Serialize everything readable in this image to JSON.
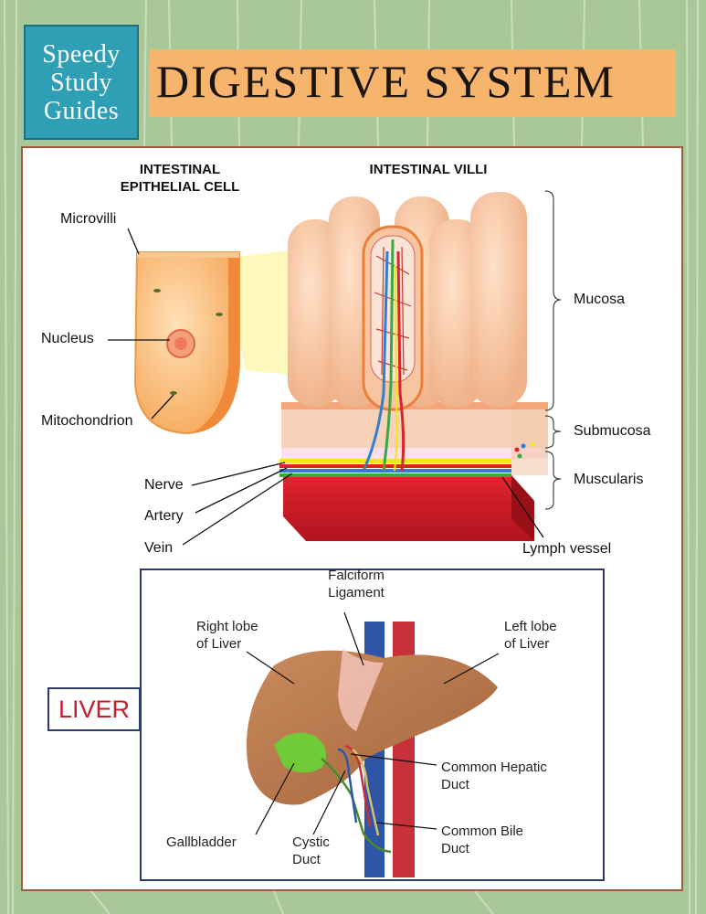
{
  "logo": {
    "line1": "Speedy",
    "line2": "Study",
    "line3": "Guides"
  },
  "title": "DIGESTIVE  SYSTEM",
  "intestine": {
    "header_cell_1": "INTESTINAL",
    "header_cell_2": "EPITHELIAL CELL",
    "header_villi": "INTESTINAL VILLI",
    "labels": {
      "microvilli": "Microvilli",
      "nucleus": "Nucleus",
      "mitochondrion": "Mitochondrion",
      "mucosa": "Mucosa",
      "submucosa": "Submucosa",
      "muscularis": "Muscularis",
      "nerve": "Nerve",
      "artery": "Artery",
      "vein": "Vein",
      "lymph_vessel": "Lymph vessel"
    }
  },
  "liver": {
    "tag": "LIVER",
    "labels": {
      "falciform_1": "Falciform",
      "falciform_2": "Ligament",
      "right_lobe_1": "Right lobe",
      "right_lobe_2": "of Liver",
      "left_lobe_1": "Left lobe",
      "left_lobe_2": "of Liver",
      "hepatic_1": "Common Hepatic",
      "hepatic_2": "Duct",
      "bile_1": "Common Bile",
      "bile_2": "Duct",
      "gallbladder": "Gallbladder",
      "cystic_1": "Cystic",
      "cystic_2": "Duct"
    }
  },
  "colors": {
    "background": "#a9c99a",
    "logo": "#2f9fb6",
    "title_bar": "#f6b46d",
    "panel_border": "#a35a3c",
    "liver_border": "#2b3a66",
    "liver_tag_text": "#c4202c"
  }
}
